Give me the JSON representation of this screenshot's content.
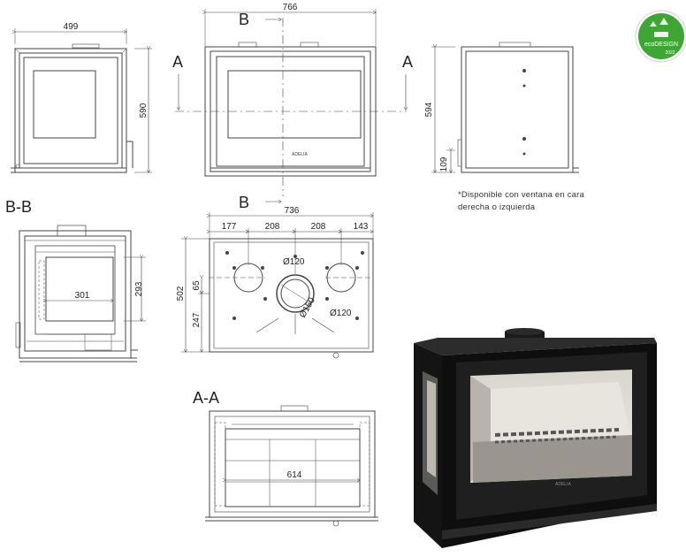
{
  "badge": {
    "line1": "ecoDESIGN",
    "line2": "2022",
    "color": "#3fa535"
  },
  "front_view": {
    "width_label": "499",
    "height_label": "590"
  },
  "center_view": {
    "width_label": "766",
    "section_b": "B",
    "section_a_left": "A",
    "section_a_right": "A",
    "section_b_bottom": "B"
  },
  "side_view": {
    "height_label": "594",
    "foot_label": "109"
  },
  "note": {
    "line1": "*Disponible con ventana en cara",
    "line2": "derecha o izquierda"
  },
  "section_bb": {
    "title": "B-B",
    "inner_width": "301",
    "inner_height": "293"
  },
  "top_view": {
    "overall_width": "736",
    "offsets": [
      "177",
      "208",
      "208",
      "143"
    ],
    "side_height": "502",
    "offset_65": "65",
    "offset_247": "247",
    "diam_left": "Ø120",
    "diam_right": "Ø120",
    "diam_center": "Ø150"
  },
  "section_aa": {
    "title": "A-A",
    "inner_width": "614"
  },
  "product_photo": {
    "brand_mark": "ADELIA"
  }
}
